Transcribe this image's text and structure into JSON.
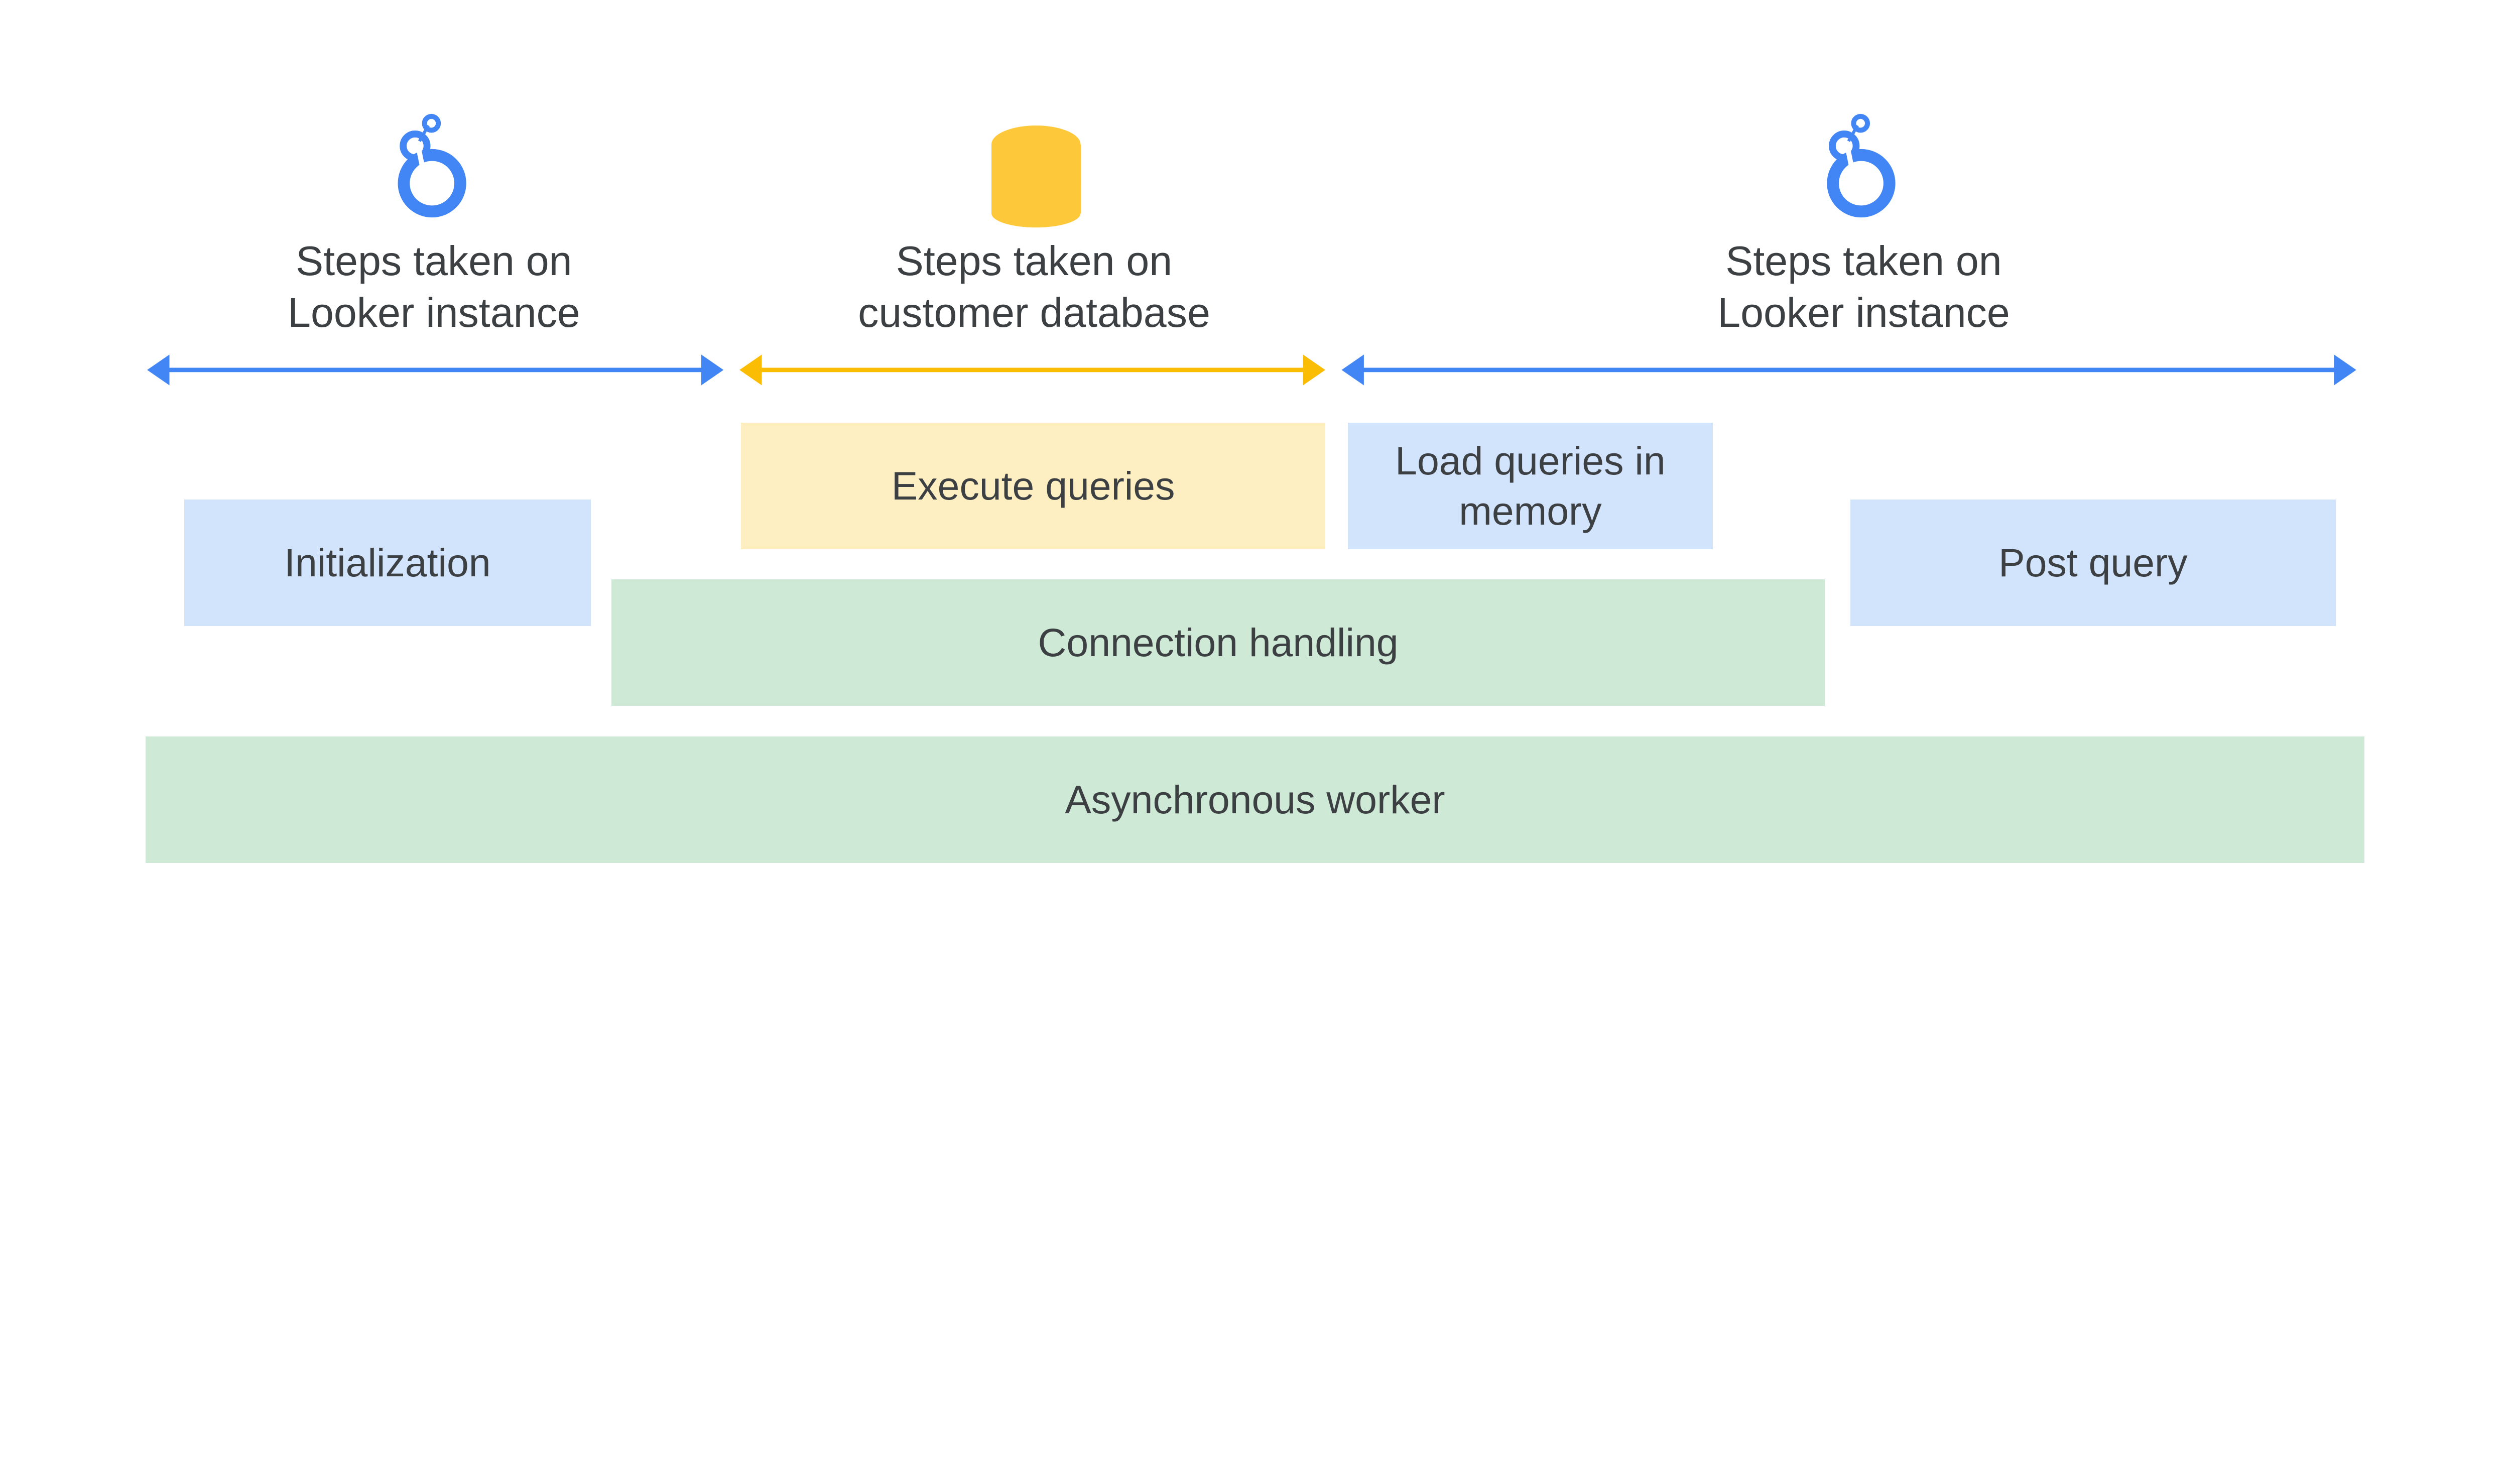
{
  "colors": {
    "looker_blue": "#4285F4",
    "database_yellow": "#FBBC04",
    "database_icon": "#FDC93A",
    "text": "#3C4043",
    "box_blue": "#D2E3FC",
    "box_yellow": "#FEEFC3",
    "box_green": "#CEEAD6"
  },
  "sections": [
    {
      "icon": "looker-logo-icon",
      "line1": "Steps taken on",
      "line2": "Looker instance"
    },
    {
      "icon": "database-icon",
      "line1": "Steps taken on",
      "line2": "customer database"
    },
    {
      "icon": "looker-logo-icon",
      "line1": "Steps taken on",
      "line2": "Looker instance"
    }
  ],
  "boxes": {
    "initialization": "Initialization",
    "execute_queries": "Execute queries",
    "load_queries": "Load queries in memory",
    "post_query": "Post query",
    "connection_handling": "Connection handling",
    "async_worker": "Asynchronous worker"
  }
}
